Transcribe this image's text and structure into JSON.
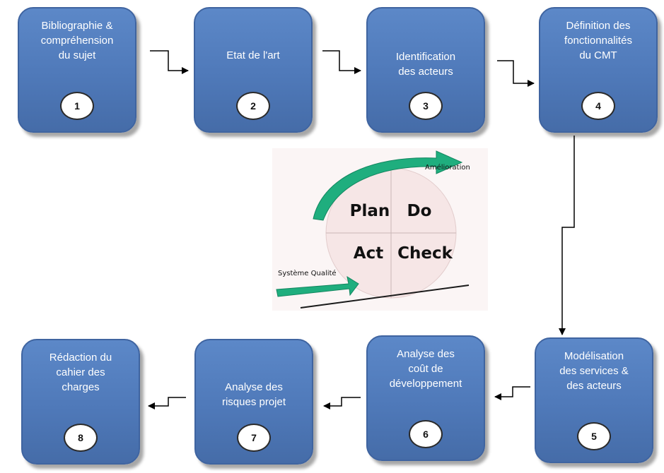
{
  "steps": [
    {
      "label": "Bibliographie &\ncompréhension\ndu sujet",
      "number": "1"
    },
    {
      "label": "Etat de l'art",
      "number": "2"
    },
    {
      "label": "Identification\ndes acteurs",
      "number": "3"
    },
    {
      "label": "Définition des\nfonctionnalités\ndu CMT",
      "number": "4"
    },
    {
      "label": "Modélisation\ndes services &\ndes acteurs",
      "number": "5"
    },
    {
      "label": "Analyse des\ncoût de\ndéveloppement",
      "number": "6"
    },
    {
      "label": "Analyse des\nrisques projet",
      "number": "7"
    },
    {
      "label": "Rédaction du\ncahier des\ncharges",
      "number": "8"
    }
  ],
  "pdca": {
    "plan": "Plan",
    "do": "Do",
    "act": "Act",
    "check": "Check",
    "improvement": "Amélioration",
    "quality_system": "Système Qualité"
  },
  "colors": {
    "box_fill": "#4f79b9",
    "box_border": "#3f64a0",
    "arrow_green": "#1fae7e",
    "circle_fill": "#f6e6e6"
  }
}
